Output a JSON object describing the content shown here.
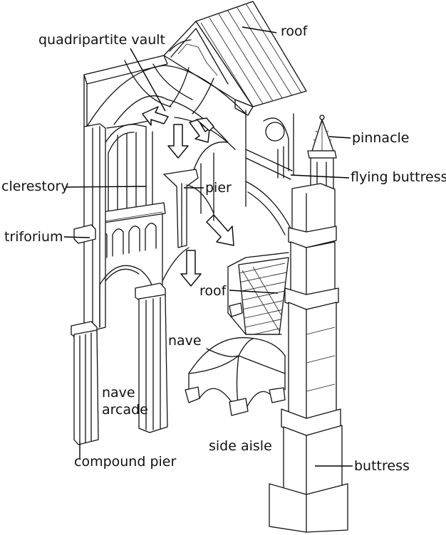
{
  "labels": {
    "roof_top": "roof",
    "quadripartite_vault": "quadripartite vault",
    "pinnacle": "pinnacle",
    "flying_buttress": "flying buttress",
    "clerestory": "clerestory",
    "pier": "pier",
    "triforium": "triforium",
    "roof_aisle": "roof",
    "nave": "nave",
    "nave_arcade_line1": "nave",
    "nave_arcade_line2": "arcade",
    "side_aisle": "side aisle",
    "compound_pier": "compound pier",
    "buttress": "buttress"
  }
}
